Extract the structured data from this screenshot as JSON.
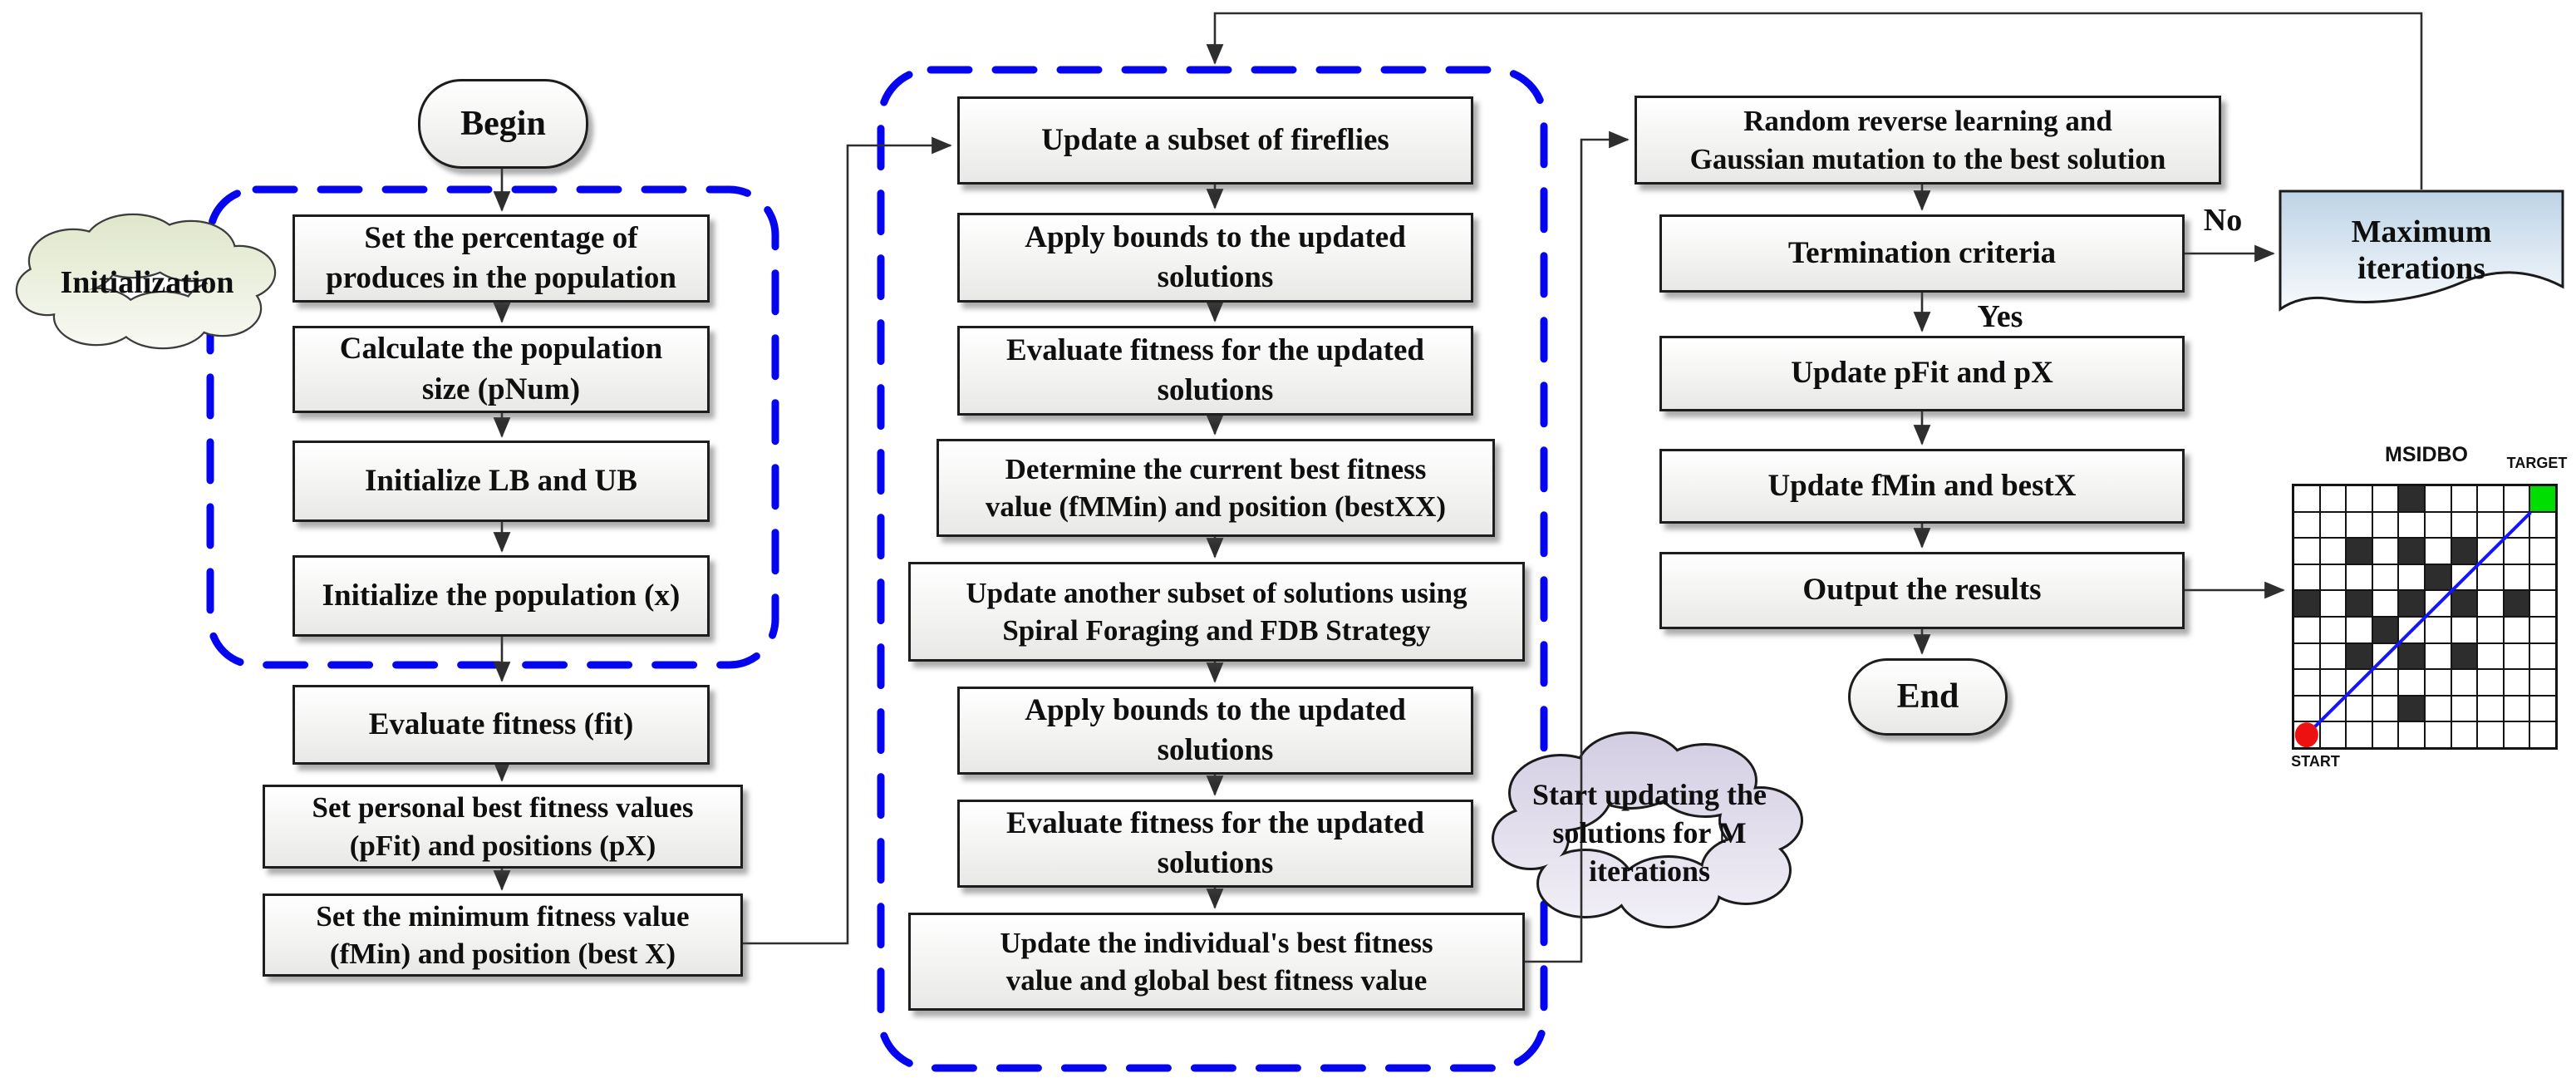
{
  "nodes": {
    "begin": "Begin",
    "set_percentage": "Set the percentage of\nproduces in the population",
    "calc_population": "Calculate the population\nsize (pNum)",
    "init_bounds": "Initialize LB and UB",
    "init_population": "Initialize the population (x)",
    "evaluate_fitness": "Evaluate fitness (fit)",
    "set_personal_best": "Set personal best fitness values\n(pFit) and positions (pX)",
    "set_minimum": "Set the minimum fitness value\n(fMin) and position (best X)",
    "update_fireflies": "Update a subset of fireflies",
    "apply_bounds_1": "Apply bounds to the updated\nsolutions",
    "evaluate_updated_1": "Evaluate fitness for the updated\nsolutions",
    "determine_best": "Determine the current best fitness\nvalue (fMMin) and position (bestXX)",
    "update_spiral": "Update another subset of solutions using\nSpiral Foraging and FDB Strategy",
    "apply_bounds_2": "Apply bounds to the updated\nsolutions",
    "evaluate_updated_2": "Evaluate fitness for the updated\nsolutions",
    "update_individual_best": "Update the individual's best fitness\nvalue and global best fitness value",
    "random_reverse": "Random reverse learning and\nGaussian mutation to the best solution",
    "termination": "Termination criteria",
    "update_pfit": "Update pFit and pX",
    "update_fmin": "Update fMin and bestX",
    "output_results": "Output the results",
    "end": "End"
  },
  "clouds": {
    "initialization": "Initialization",
    "loop": "Start updating the\nsolutions for M\niterations"
  },
  "document_shape": {
    "label": "Maximum\niterations"
  },
  "edge_labels": {
    "no": "No",
    "yes": "Yes"
  },
  "grid_map": {
    "labels": {
      "algorithm": "MSIDBO",
      "target": "TARGET",
      "start": "START"
    },
    "rows": 10,
    "cols": 10,
    "obstacles": [
      [
        0,
        4
      ],
      [
        2,
        2
      ],
      [
        2,
        4
      ],
      [
        2,
        6
      ],
      [
        3,
        5
      ],
      [
        4,
        0
      ],
      [
        4,
        2
      ],
      [
        4,
        4
      ],
      [
        4,
        6
      ],
      [
        4,
        8
      ],
      [
        5,
        3
      ],
      [
        6,
        2
      ],
      [
        6,
        4
      ],
      [
        6,
        6
      ],
      [
        8,
        4
      ]
    ],
    "target_cell": [
      0,
      9
    ],
    "start_cell": [
      9,
      0
    ]
  },
  "colors": {
    "dashed_border": "#0505f0",
    "arrow": "#2e2e2e",
    "path_line": "#1414ff",
    "obstacle": "#2d2d2d",
    "target_cell": "#00dd00",
    "start_marker": "#ee1111",
    "cloud_initialization": "#dfe7ca",
    "cloud_loop": "#d3cde2",
    "document_fill": "#bdd3e6"
  }
}
